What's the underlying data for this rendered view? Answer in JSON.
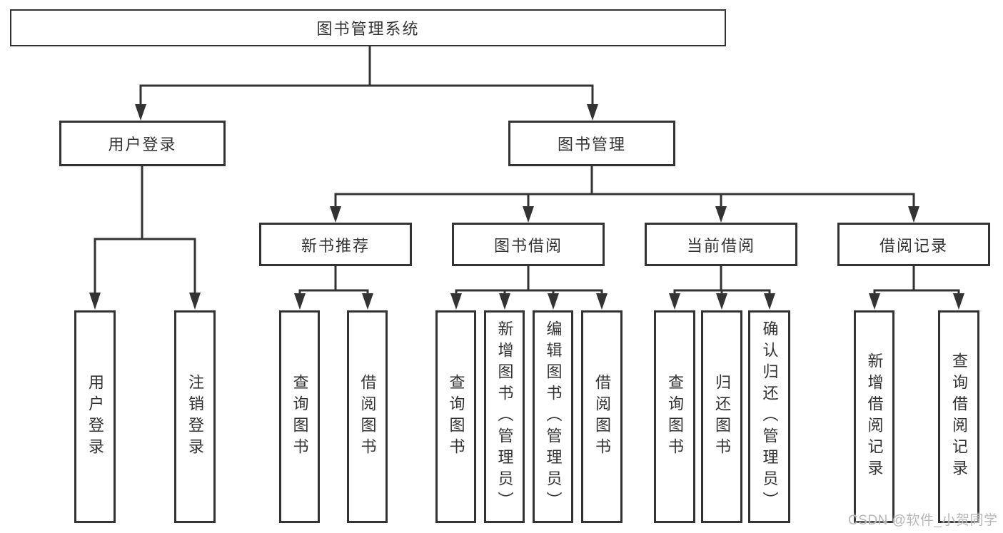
{
  "page": {
    "background": "#ffffff",
    "type": "hierarchy-diagram"
  },
  "colors": {
    "line": "#333333",
    "box_border": "#333333",
    "box_background": "#ffffff",
    "text": "#333333",
    "watermark": "#b8b8b8"
  },
  "watermark": {
    "text": "CSDN @软件_小贺同学"
  },
  "tree": {
    "root": {
      "label": "图书管理系统"
    },
    "level2": [
      {
        "label": "用户登录"
      },
      {
        "label": "图书管理"
      }
    ],
    "level3": [
      {
        "label": "新书推荐"
      },
      {
        "label": "图书借阅"
      },
      {
        "label": "当前借阅"
      },
      {
        "label": "借阅记录"
      }
    ],
    "leaves": {
      "user_login": [
        {
          "label": "用户登录"
        },
        {
          "label": "注销登录"
        }
      ],
      "new_books": [
        {
          "label": "查询图书"
        },
        {
          "label": "借阅图书"
        }
      ],
      "book_borrow": [
        {
          "label": "查询图书"
        },
        {
          "label": "新增图书（管理员）"
        },
        {
          "label": "编辑图书（管理员）"
        },
        {
          "label": "借阅图书"
        }
      ],
      "current_borrow": [
        {
          "label": "查询图书"
        },
        {
          "label": "归还图书"
        },
        {
          "label": "确认归还（管理员）"
        }
      ],
      "borrow_records": [
        {
          "label": "新增借阅记录"
        },
        {
          "label": "查询借阅记录"
        }
      ]
    }
  }
}
